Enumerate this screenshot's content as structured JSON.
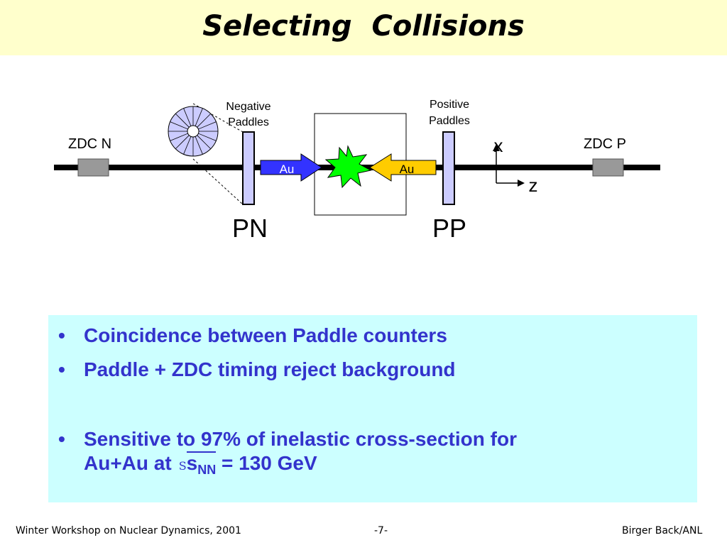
{
  "slide": {
    "title": "Selecting  Collisions"
  },
  "diagram": {
    "zdc_n": "ZDC N",
    "zdc_p": "ZDC P",
    "negative_paddles": [
      "Negative",
      "Paddles"
    ],
    "positive_paddles": [
      "Positive",
      "Paddles"
    ],
    "au_left": "Au",
    "au_right": "Au",
    "pn": "PN",
    "pp": "PP",
    "axis_x": "x",
    "axis_z": "z",
    "colors": {
      "beam": "#000000",
      "zdc": "#999999",
      "paddle": "#ccccff",
      "au_left_arrow": "#3333ff",
      "au_right_arrow": "#ffcc00",
      "collision": "#00ff00",
      "disc": "#ccccff"
    }
  },
  "bullets": {
    "b1": "Coincidence between Paddle counters",
    "b2": "Paddle + ZDC timing reject background",
    "b3_line1": "Sensitive to 97% of inelastic cross-section for",
    "b3_line2_prefix": "Au+Au at",
    "b3_sqrt": "S",
    "b3_s": "s",
    "b3_sub": "NN",
    "b3_suffix": " = 130 GeV",
    "bullet_glyph": "•"
  },
  "footer": {
    "left": "Winter Workshop on Nuclear Dynamics, 2001",
    "center": "-7-",
    "right": "Birger Back/ANL"
  }
}
